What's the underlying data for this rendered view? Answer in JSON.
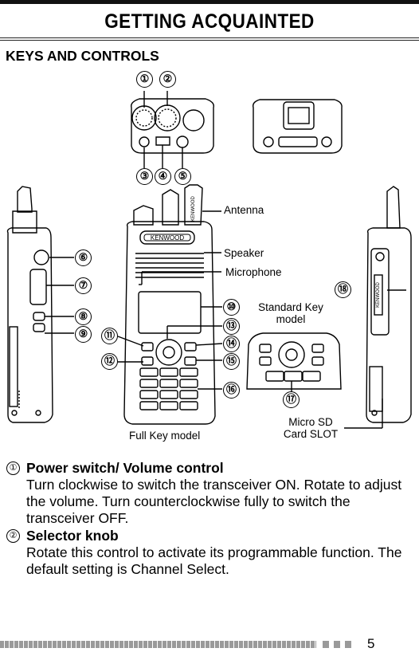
{
  "header": {
    "title": "GETTING ACQUAINTED"
  },
  "section": {
    "heading": "KEYS AND CONTROLS"
  },
  "figure": {
    "callouts": [
      "①",
      "②",
      "③",
      "④",
      "⑤",
      "⑥",
      "⑦",
      "⑧",
      "⑨",
      "⑩",
      "⑪",
      "⑫",
      "⑬",
      "⑭",
      "⑮",
      "⑯",
      "⑰",
      "⑱"
    ],
    "labels": {
      "antenna": "Antenna",
      "speaker": "Speaker",
      "microphone": "Microphone",
      "standard_key_line1": "Standard Key",
      "standard_key_line2": "model",
      "full_key": "Full Key model",
      "micro_sd_line1": "Micro SD",
      "micro_sd_line2": "Card SLOT",
      "brand": "KENWOOD"
    }
  },
  "descriptions": [
    {
      "num": "①",
      "title": "Power switch/ Volume control",
      "text": "Turn clockwise to switch the transceiver ON.  Rotate to adjust the volume.  Turn counterclockwise fully to switch the transceiver OFF."
    },
    {
      "num": "②",
      "title": "Selector knob",
      "text": "Rotate this control to activate its programmable function. The default setting is Channel Select."
    }
  ],
  "footer": {
    "page": "5"
  }
}
